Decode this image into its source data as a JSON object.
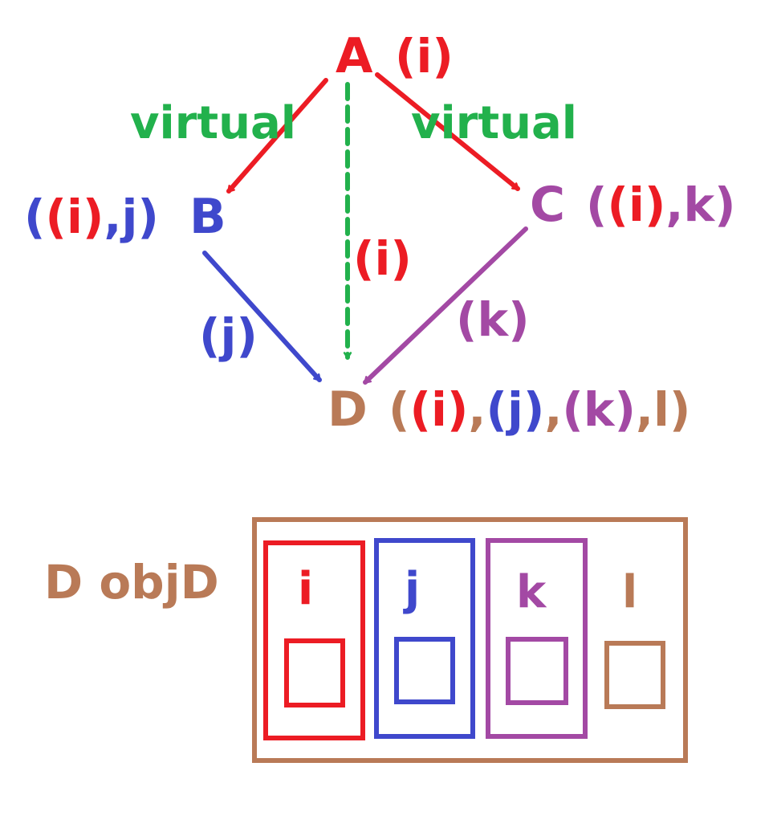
{
  "colors": {
    "red": "#ec1c24",
    "blue": "#3f48cc",
    "purple": "#a349a4",
    "brown": "#b97a57",
    "green": "#22b14c"
  },
  "nodes": {
    "A": {
      "name": "A",
      "members": [
        {
          "text": "(i)",
          "color": "red"
        }
      ]
    },
    "B": {
      "name": "B",
      "members": [
        {
          "text": "(",
          "color": "blue"
        },
        {
          "text": "(i)",
          "color": "red"
        },
        {
          "text": ",j)",
          "color": "blue"
        }
      ]
    },
    "C": {
      "name": "C",
      "members": [
        {
          "text": "(",
          "color": "purple"
        },
        {
          "text": "(i)",
          "color": "red"
        },
        {
          "text": ",k)",
          "color": "purple"
        }
      ]
    },
    "D": {
      "name": "D",
      "members": [
        {
          "text": "(",
          "color": "brown"
        },
        {
          "text": "(i)",
          "color": "red"
        },
        {
          "text": ",",
          "color": "brown"
        },
        {
          "text": "(j)",
          "color": "blue"
        },
        {
          "text": ",",
          "color": "brown"
        },
        {
          "text": "(k)",
          "color": "purple"
        },
        {
          "text": ",l)",
          "color": "brown"
        }
      ]
    }
  },
  "edges": {
    "a_to_b": {
      "label": "virtual"
    },
    "a_to_c": {
      "label": "virtual"
    },
    "a_to_d": {
      "label": "(i)"
    },
    "b_to_d": {
      "label": "(j)"
    },
    "c_to_d": {
      "label": "(k)"
    }
  },
  "object": {
    "label": "D objD",
    "cells": [
      {
        "label": "i",
        "color": "red"
      },
      {
        "label": "j",
        "color": "blue"
      },
      {
        "label": "k",
        "color": "purple"
      },
      {
        "label": "l",
        "color": "brown"
      }
    ]
  }
}
